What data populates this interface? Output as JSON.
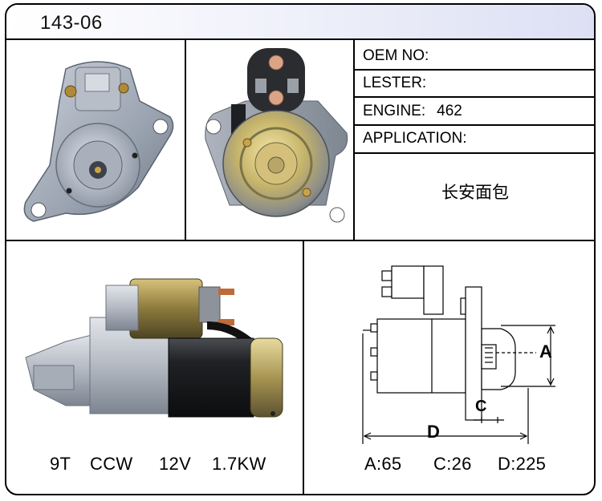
{
  "header": {
    "title": "143-06"
  },
  "info": {
    "oem_label": "OEM NO:",
    "oem_value": "",
    "lester_label": "LESTER:",
    "lester_value": "",
    "engine_label": "ENGINE:",
    "engine_value": "462",
    "application_label": "APPLICATION:",
    "application_value": "长安面包"
  },
  "specs": {
    "teeth": "9T",
    "rotation": "CCW",
    "voltage": "12V",
    "power": "1.7KW"
  },
  "dimensions": {
    "label_a": "A",
    "label_c": "C",
    "label_d": "D",
    "a_value": "A:65",
    "c_value": "C:26",
    "d_value": "D:225"
  }
}
